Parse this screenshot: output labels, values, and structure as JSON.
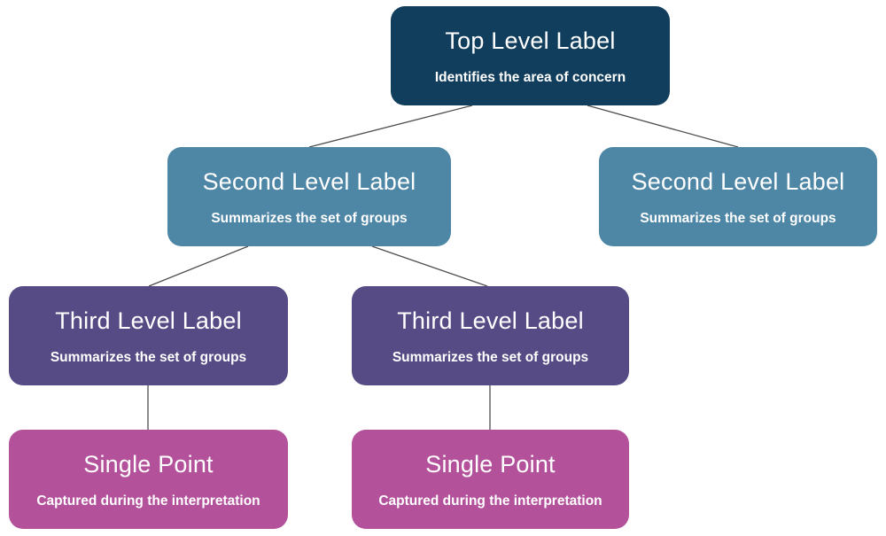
{
  "diagram": {
    "background_color": "#ffffff",
    "connector_color": "#4d4d4d",
    "text_color": "#ffffff",
    "nodes": [
      {
        "id": "top",
        "title": "Top Level Label",
        "subtitle": "Identifies the area of concern",
        "color": "#113e5c"
      },
      {
        "id": "second-left",
        "title": "Second Level Label",
        "subtitle": "Summarizes the set of groups",
        "color": "#4e86a6"
      },
      {
        "id": "second-right",
        "title": "Second Level Label",
        "subtitle": "Summarizes the set of groups",
        "color": "#4e86a6"
      },
      {
        "id": "third-left",
        "title": "Third Level Label",
        "subtitle": "Summarizes the set of groups",
        "color": "#564b84"
      },
      {
        "id": "third-right",
        "title": "Third Level Label",
        "subtitle": "Summarizes the set of groups",
        "color": "#564b84"
      },
      {
        "id": "single-left",
        "title": "Single Point",
        "subtitle": "Captured during the interpretation",
        "color": "#b3519b"
      },
      {
        "id": "single-right",
        "title": "Single Point",
        "subtitle": "Captured during the interpretation",
        "color": "#b3519b"
      }
    ]
  }
}
